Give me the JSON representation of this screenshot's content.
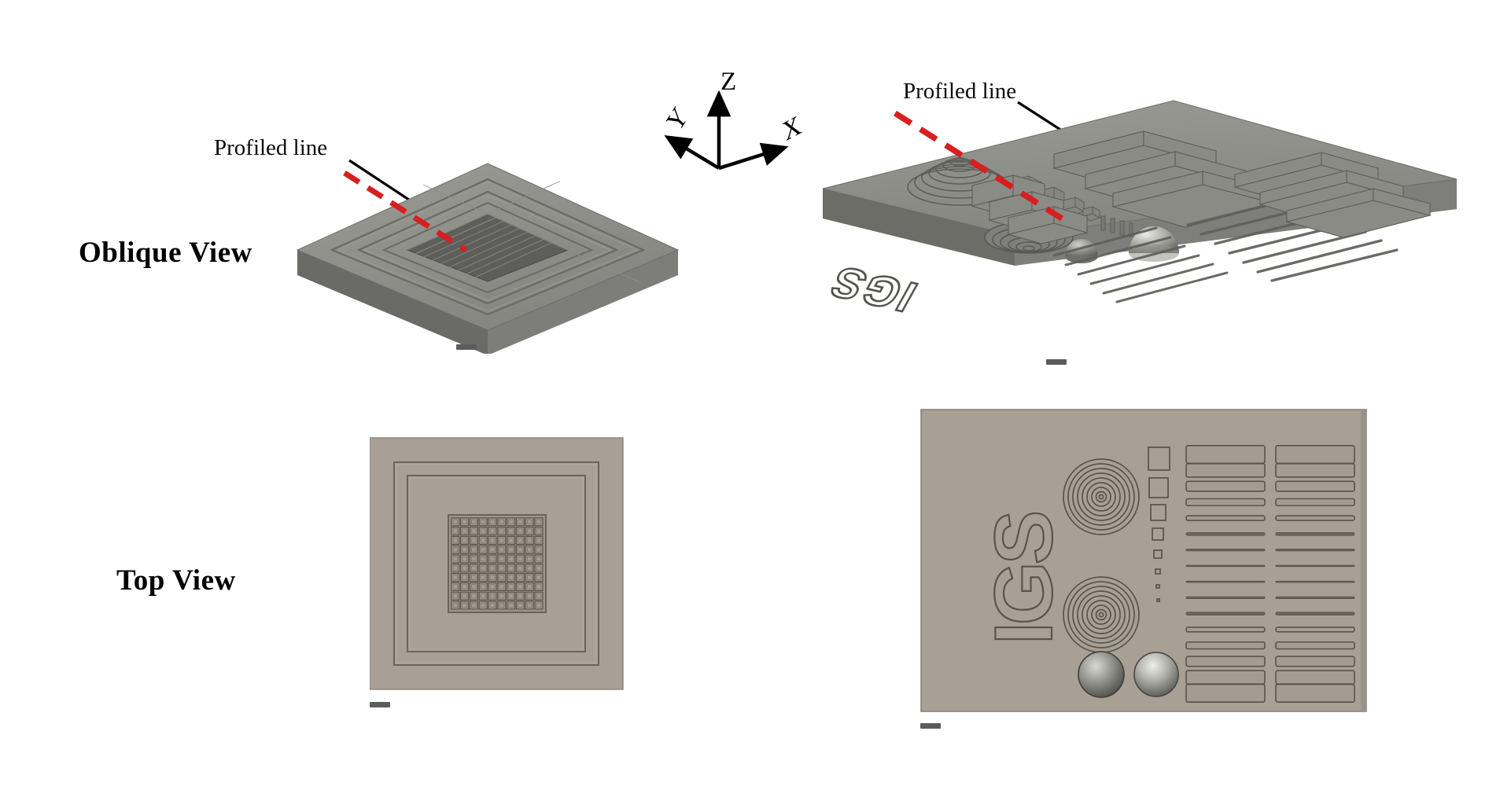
{
  "figure": {
    "background_color": "#ffffff",
    "row_labels": [
      {
        "key": "oblique",
        "text": "Oblique View"
      },
      {
        "key": "top",
        "text": "Top View"
      }
    ],
    "callouts": [
      {
        "key": "left",
        "text": "Profiled line",
        "target": "left-artifact",
        "color": "#d81e1e"
      },
      {
        "key": "right",
        "text": "Profiled line",
        "target": "right-artifact",
        "color": "#d81e1e"
      }
    ],
    "axis_triad": {
      "name": "coordinate-axes",
      "axes": [
        {
          "id": "z",
          "label": "Z",
          "direction": "up"
        },
        {
          "id": "y",
          "label": "Y",
          "direction": "upper-left"
        },
        {
          "id": "x",
          "label": "X",
          "direction": "lower-right"
        }
      ]
    },
    "colors": {
      "plate_top": "#8f8f8b",
      "plate_top_light": "#9d9d98",
      "plate_side": "#6e6e6a",
      "plate_front": "#7b7b77",
      "topview_face": "#a8a094",
      "topview_shadow": "#8d8579",
      "feature_outline": "#57524a",
      "profiled_line": "#d81e1e",
      "scale_bar": "#5c5c5c",
      "text": "#000000"
    },
    "artifacts": [
      {
        "id": "left-artifact",
        "name": "step-height-grid-artifact",
        "description": "Square plate with three nested recessed square frames and a central 10 x 10 array of square pyramidal cells",
        "features": {
          "nested_frames": 3,
          "grid_rows": 10,
          "grid_cols": 10,
          "plate_shape": "square"
        },
        "scale_bar_visible": true
      },
      {
        "id": "right-artifact",
        "name": "multi-feature-calibration-artifact",
        "description": "Rectangular plate carrying engraved IGS lettering, two concentric ring targets, a descending square series, two hemispherical domes and two columns of line / bar gratings of decreasing pitch",
        "features": {
          "engraved_text": "IGS",
          "engraved_text_rotation_deg": 180,
          "concentric_ring_targets": 2,
          "rings_per_target": 9,
          "square_series_count": 8,
          "domes": 2,
          "bar_columns": 2,
          "bars_per_column": 16,
          "plate_shape": "rectangular"
        },
        "scale_bar_visible": true
      }
    ],
    "scale_bars": [
      {
        "key": "oblique-left",
        "label": ""
      },
      {
        "key": "oblique-right",
        "label": ""
      },
      {
        "key": "top-left",
        "label": ""
      },
      {
        "key": "top-right",
        "label": ""
      }
    ]
  }
}
